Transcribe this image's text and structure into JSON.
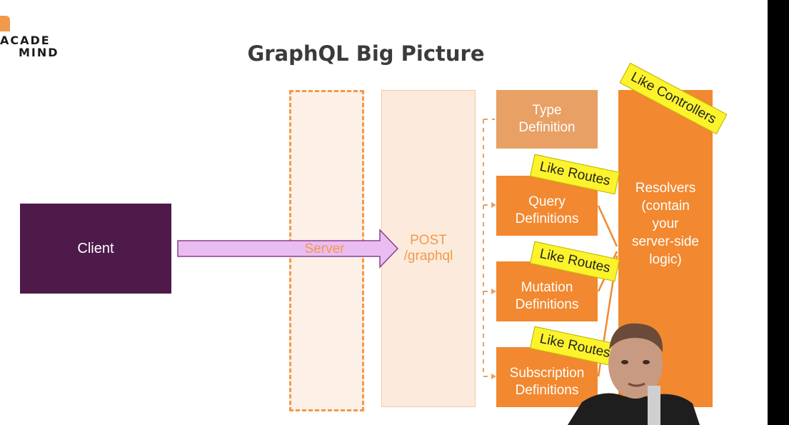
{
  "logo": {
    "line1": "ACADE",
    "line2": "MIND"
  },
  "title": "GraphQL Big Picture",
  "nodes": {
    "client": "Client",
    "server": "Server",
    "post": "POST\n/graphql",
    "type_definition": "Type\nDefinition",
    "query_definitions": "Query\nDefinitions",
    "mutation_definitions": "Mutation\nDefinitions",
    "subscription_definitions": "Subscription\nDefinitions",
    "resolvers": "Resolvers\n(contain\nyour\nserver-side\nlogic)"
  },
  "stickies": {
    "controllers": "Like Controllers",
    "routes_query": "Like Routes",
    "routes_mutation": "Like Routes",
    "routes_subscription": "Like Routes"
  },
  "colors": {
    "client": "#4d1a49",
    "orange": "#f2882f",
    "light_orange": "#fcebdd",
    "arrow_fill": "#eabdf0",
    "sticky": "#fcf32c"
  }
}
